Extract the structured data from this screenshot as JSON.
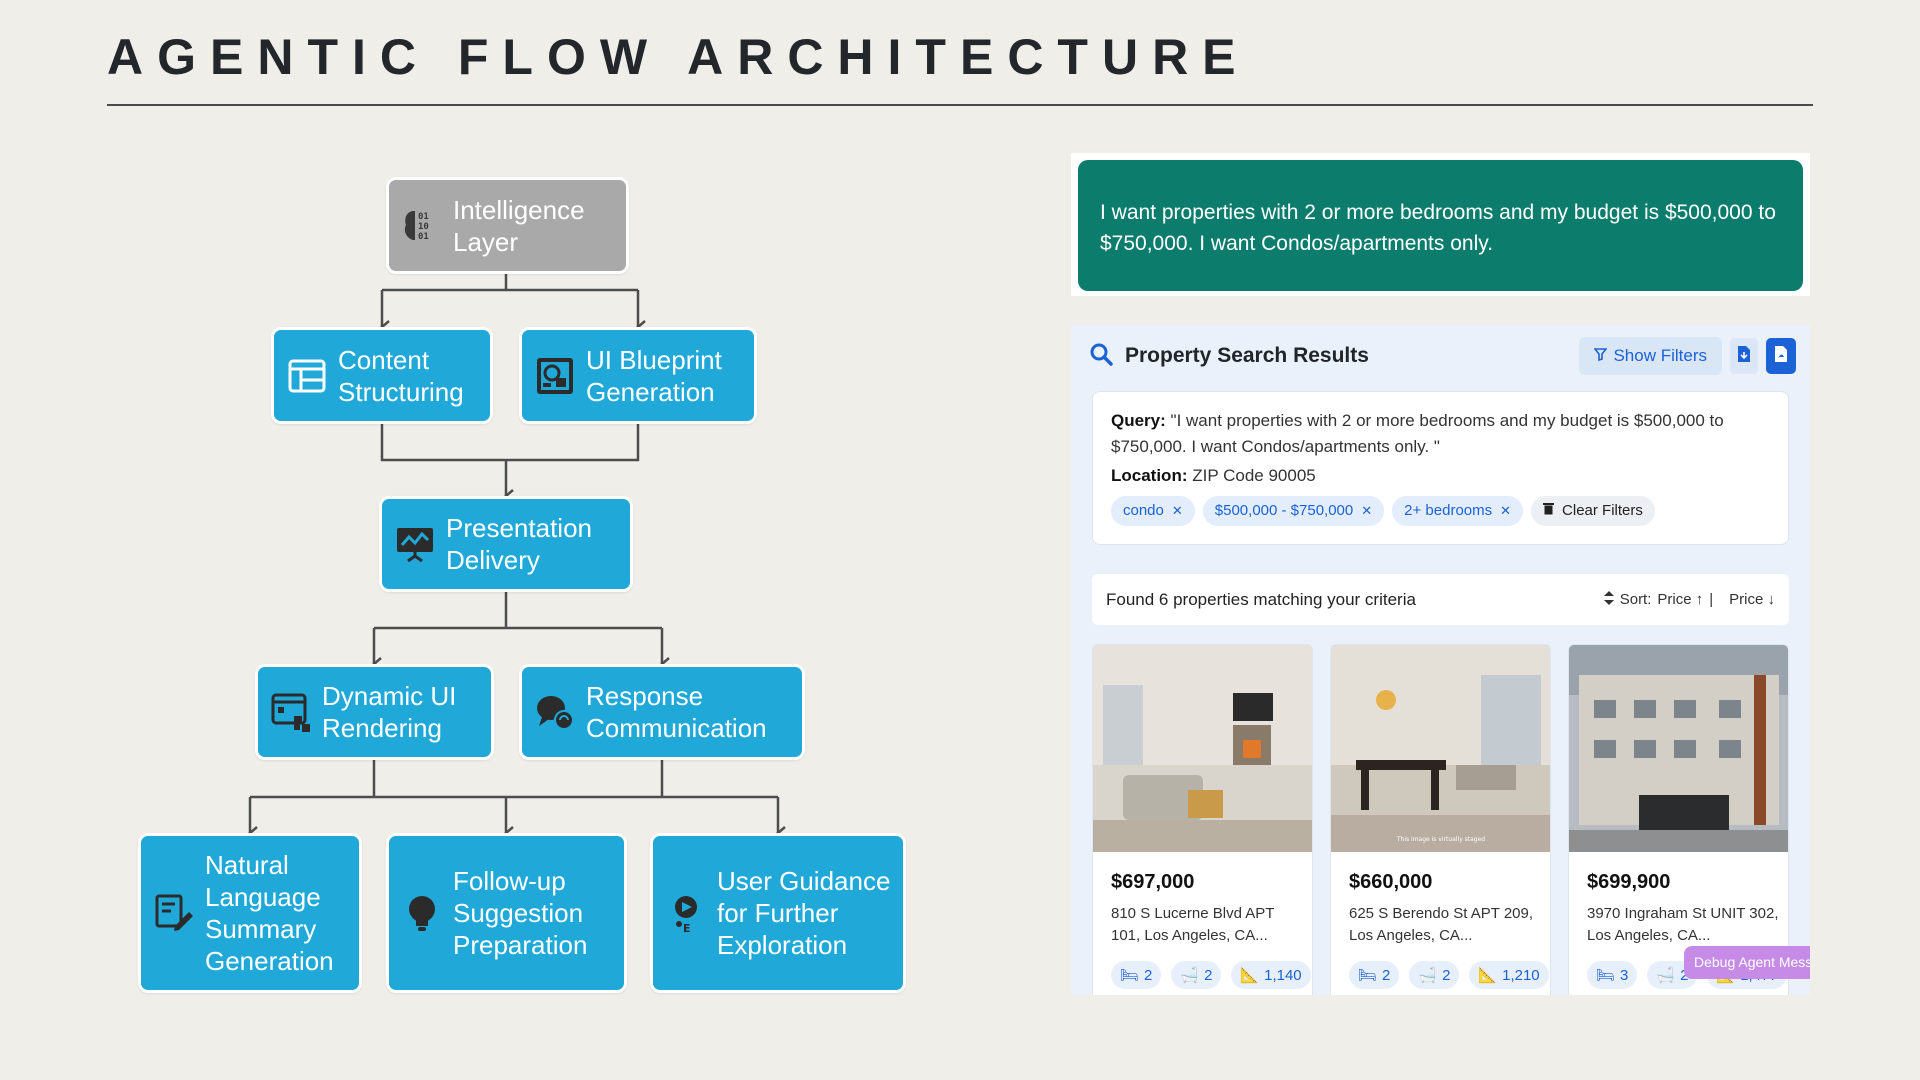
{
  "title": "AGENTIC FLOW ARCHITECTURE",
  "diagram": {
    "nodes": {
      "intelligence": {
        "label": "Intelligence Layer",
        "icon": "brain-binary-icon"
      },
      "content": {
        "label": "Content Structuring",
        "icon": "layout-table-icon"
      },
      "blueprint": {
        "label": "UI Blueprint Generation",
        "icon": "blueprint-icon"
      },
      "presentation": {
        "label": "Presentation Delivery",
        "icon": "presentation-board-icon"
      },
      "dynamic": {
        "label": "Dynamic UI Rendering",
        "icon": "dynamic-ui-icon"
      },
      "response": {
        "label": "Response Communication",
        "icon": "chat-bubbles-icon"
      },
      "nls": {
        "label": "Natural Language Summary Generation",
        "icon": "summary-edit-icon"
      },
      "followup": {
        "label": "Follow-up Suggestion Preparation",
        "icon": "lightbulb-icon"
      },
      "guidance": {
        "label": "User Guidance for Further Exploration",
        "icon": "guidance-icon"
      }
    },
    "colors": {
      "node": "#20a8d8",
      "root": "#a9a9a9",
      "connector": "#4d4d4d"
    }
  },
  "chat": {
    "message": "I want properties with 2 or more bedrooms and my budget is $500,000 to $750,000. I want Condos/apartments only.",
    "color": "#0c7c6c"
  },
  "search": {
    "title": "Property Search Results",
    "show_filters": "Show Filters",
    "query_label": "Query:",
    "query_text": "\"I want properties with 2 or more bedrooms and my budget is $500,000 to $750,000. I want Condos/apartments only. \"",
    "location_label": "Location:",
    "location_text": "ZIP Code 90005",
    "chips": [
      "condo",
      "$500,000 - $750,000",
      "2+ bedrooms"
    ],
    "clear_filters": "Clear Filters",
    "found_text": "Found 6 properties matching your criteria",
    "sort_label": "Sort:",
    "sort_price_asc": "Price ↑",
    "sort_divider": "|",
    "sort_price_desc": "Price ↓",
    "listings": [
      {
        "price": "$697,000",
        "address": "810 S Lucerne Blvd APT 101, Los Angeles, CA...",
        "beds": "2",
        "baths": "2",
        "sqft": "1,140"
      },
      {
        "price": "$660,000",
        "address": "625 S Berendo St APT 209, Los Angeles, CA...",
        "beds": "2",
        "baths": "2",
        "sqft": "1,210"
      },
      {
        "price": "$699,900",
        "address": "3970 Ingraham St UNIT 302, Los Angeles, CA...",
        "beds": "3",
        "baths": "2",
        "sqft": "1,477"
      }
    ],
    "photo_note": "This image is virtually staged",
    "accent": "#1a62d6"
  },
  "debug": {
    "label": "Debug Agent Mess"
  }
}
